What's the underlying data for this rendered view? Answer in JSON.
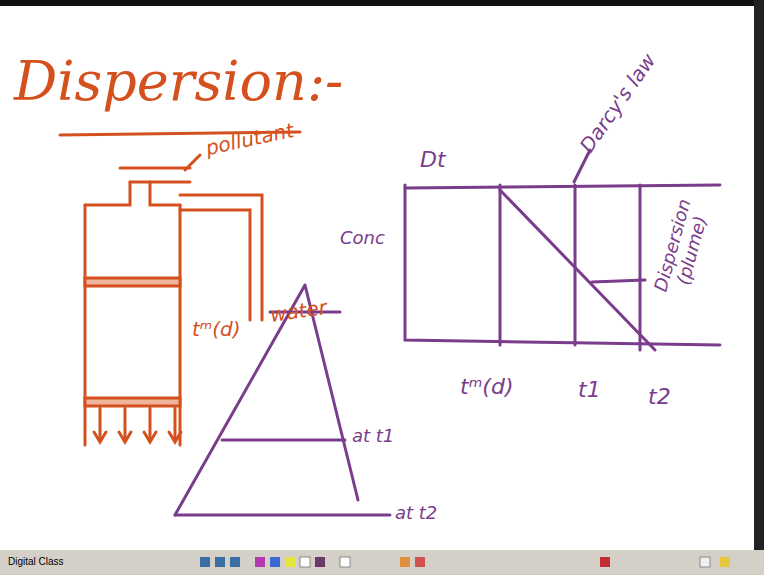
{
  "diagram": {
    "title": "Dispersion:-",
    "labels": [
      "pollutant",
      "water",
      "tᵐ(d)",
      "Dt",
      "Darcy's law",
      "Conc",
      "Dispersion (plume)",
      "tᵐ(d)",
      "t1",
      "t2",
      "at t1",
      "at t2",
      "Digital Class"
    ]
  }
}
